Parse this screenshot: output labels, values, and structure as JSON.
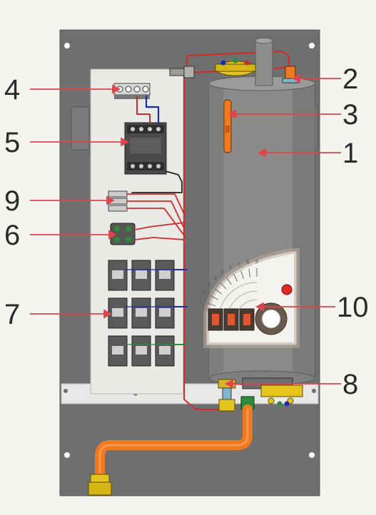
{
  "callouts": [
    {
      "id": "c4",
      "label": "4"
    },
    {
      "id": "c5",
      "label": "5"
    },
    {
      "id": "c9",
      "label": "9"
    },
    {
      "id": "c6",
      "label": "6"
    },
    {
      "id": "c7",
      "label": "7"
    },
    {
      "id": "c2",
      "label": "2"
    },
    {
      "id": "c3",
      "label": "3"
    },
    {
      "id": "c1",
      "label": "1"
    },
    {
      "id": "c10",
      "label": "10"
    },
    {
      "id": "c8",
      "label": "8"
    }
  ],
  "colors": {
    "background": "#f6f4ef",
    "frame": "#6f6f6f",
    "inner_panel": "#e9e9e6",
    "tank": "#8a8a88",
    "leader_line": "#e0454b",
    "wire_red": "#d22b2b",
    "wire_blue": "#1c2bb0",
    "pipe_orange": "#f07a20",
    "label_text": "#2a2a2a"
  },
  "control_panel": {
    "scale_marks": [
      "1",
      "2",
      "3",
      "4",
      "5",
      "6",
      "7",
      "8",
      "9"
    ]
  }
}
